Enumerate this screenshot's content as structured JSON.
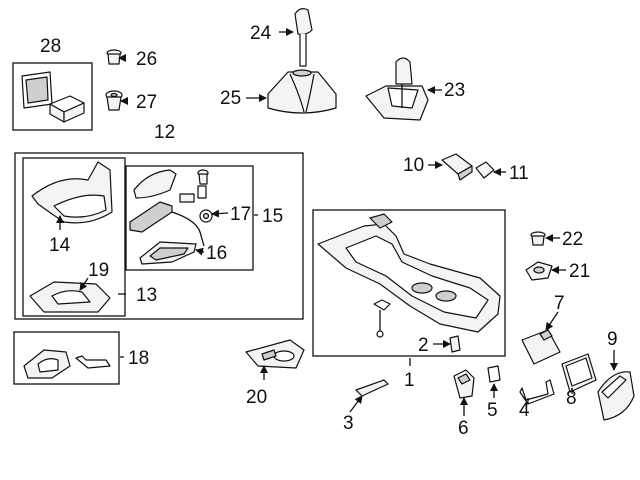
{
  "labels": {
    "l1": "1",
    "l2": "2",
    "l3": "3",
    "l4": "4",
    "l5": "5",
    "l6": "6",
    "l7": "7",
    "l8": "8",
    "l9": "9",
    "l10": "10",
    "l11": "11",
    "l12": "12",
    "l13": "13",
    "l14": "14",
    "l15": "15",
    "l16": "16",
    "l17": "17",
    "l18": "18",
    "l19": "19",
    "l20": "20",
    "l21": "21",
    "l22": "22",
    "l23": "23",
    "l24": "24",
    "l25": "25",
    "l26": "26",
    "l27": "27",
    "l28": "28"
  }
}
